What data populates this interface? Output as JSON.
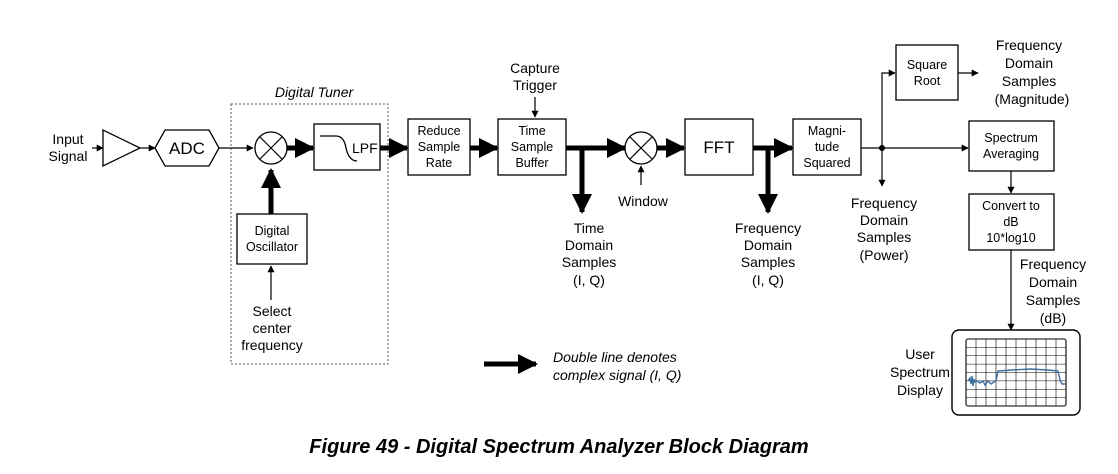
{
  "input_label": [
    "Input",
    "Signal"
  ],
  "adc_label": "ADC",
  "tuner_title": "Digital Tuner",
  "lpf_label": "LPF",
  "oscillator_label": [
    "Digital",
    "Oscillator"
  ],
  "select_center_label": [
    "Select",
    "center",
    "frequency"
  ],
  "reduce_label": [
    "Reduce",
    "Sample",
    "Rate"
  ],
  "capture_trigger_label": [
    "Capture",
    "Trigger"
  ],
  "time_buffer_label": [
    "Time",
    "Sample",
    "Buffer"
  ],
  "time_domain_label": [
    "Time",
    "Domain",
    "Samples",
    "(I, Q)"
  ],
  "window_label": "Window",
  "fft_label": "FFT",
  "freq_iq_label": [
    "Frequency",
    "Domain",
    "Samples",
    "(I, Q)"
  ],
  "mag_squared_label": [
    "Magni-",
    "tude",
    "Squared"
  ],
  "freq_power_label": [
    "Frequency",
    "Domain",
    "Samples",
    "(Power)"
  ],
  "square_root_label": [
    "Square",
    "Root"
  ],
  "freq_magnitude_label": [
    "Frequency",
    "Domain",
    "Samples",
    "(Magnitude)"
  ],
  "spectrum_avg_label": [
    "Spectrum",
    "Averaging"
  ],
  "convert_db_label": [
    "Convert to",
    "dB",
    "10*log10"
  ],
  "freq_db_label": [
    "Frequency",
    "Domain",
    "Samples",
    "(dB)"
  ],
  "user_display_label": [
    "User",
    "Spectrum",
    "Display"
  ],
  "legend_label": [
    "Double line denotes",
    "complex signal (I, Q)"
  ],
  "caption": "Figure 49 - Digital Spectrum Analyzer Block Diagram",
  "colors": {
    "trace": "#3a6fa0",
    "line": "#000000",
    "dashed_box": "#555555"
  }
}
